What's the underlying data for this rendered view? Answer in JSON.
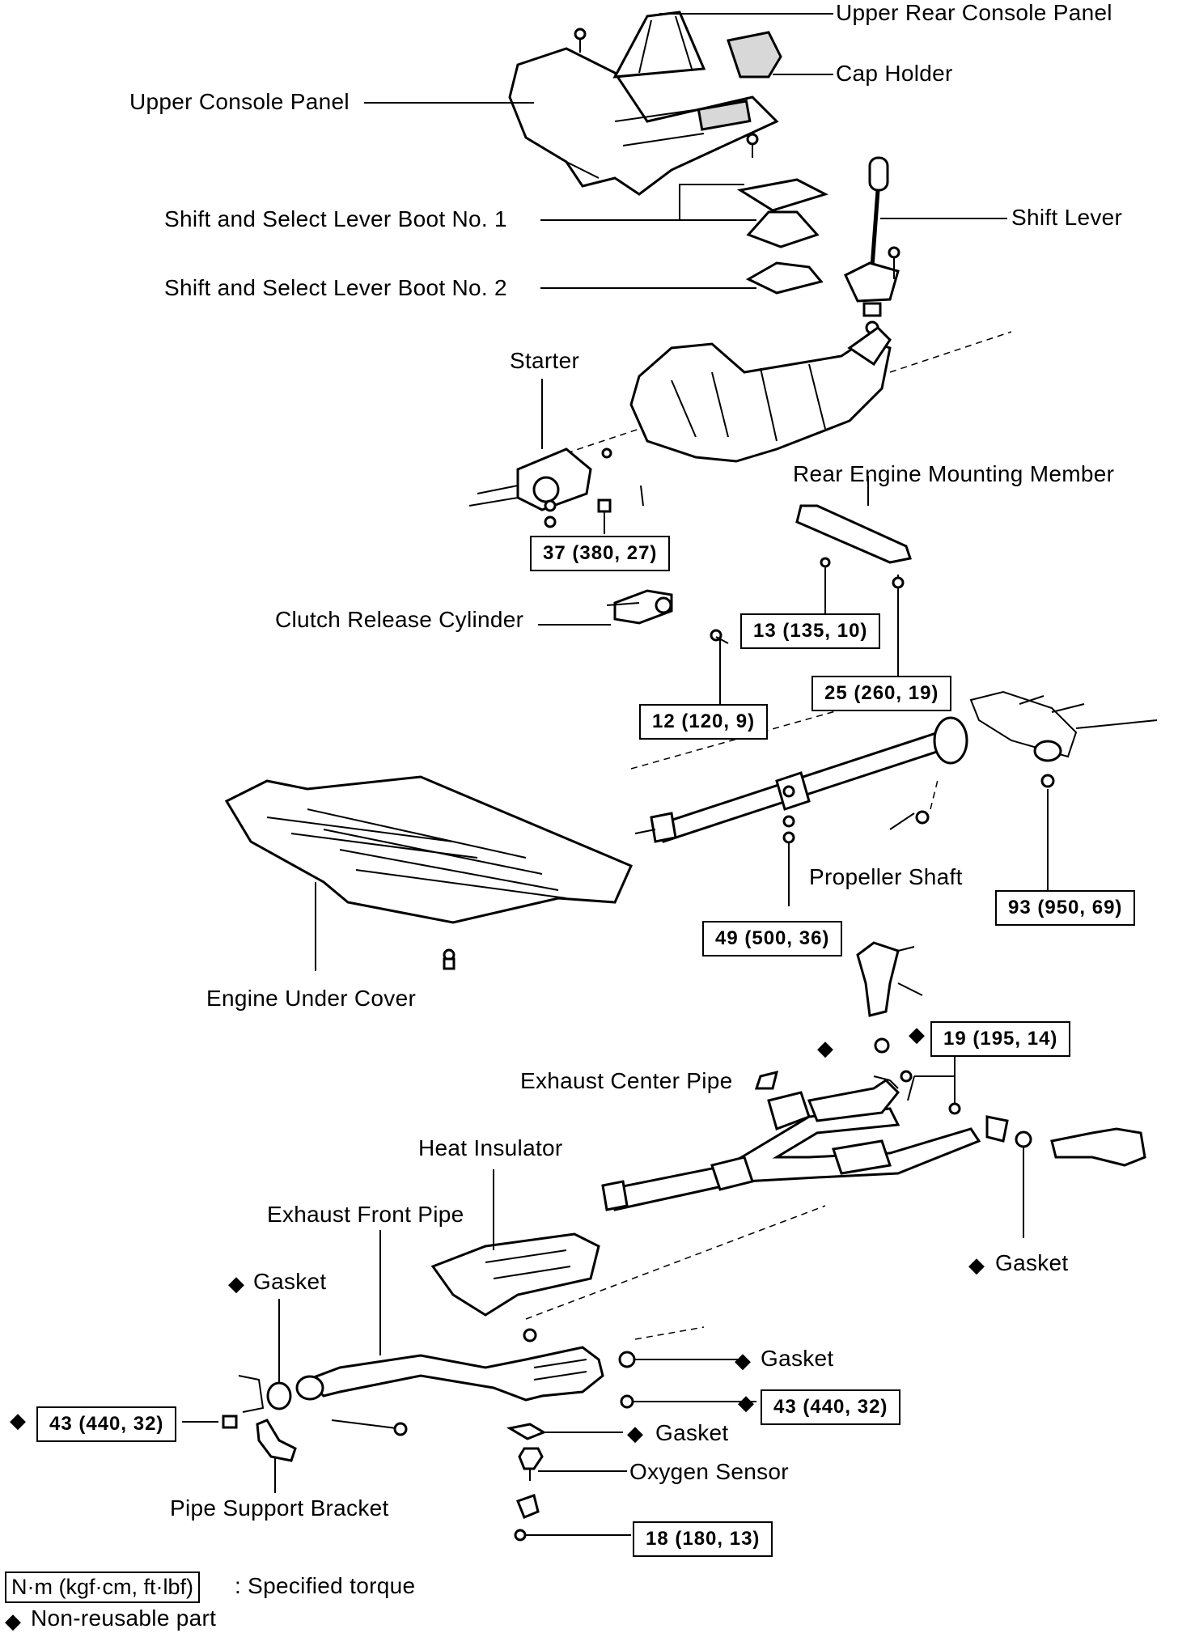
{
  "labels": {
    "upper_rear_console_panel": "Upper Rear Console Panel",
    "cap_holder": "Cap Holder",
    "upper_console_panel": "Upper Console Panel",
    "boot_no1": "Shift and Select Lever Boot No. 1",
    "shift_lever": "Shift Lever",
    "boot_no2": "Shift and Select Lever Boot No. 2",
    "starter": "Starter",
    "rear_engine_mounting_member": "Rear Engine Mounting Member",
    "clutch_release_cylinder": "Clutch Release Cylinder",
    "propeller_shaft": "Propeller Shaft",
    "engine_under_cover": "Engine Under Cover",
    "exhaust_center_pipe": "Exhaust Center Pipe",
    "heat_insulator": "Heat Insulator",
    "exhaust_front_pipe": "Exhaust Front Pipe",
    "gasket": "Gasket",
    "oxygen_sensor": "Oxygen Sensor",
    "pipe_support_bracket": "Pipe Support Bracket"
  },
  "torques": {
    "t37": "37 (380, 27)",
    "t13": "13 (135, 10)",
    "t25": "25 (260, 19)",
    "t12": "12 (120, 9)",
    "t93": "93 (950, 69)",
    "t49": "49 (500, 36)",
    "t19": "19 (195, 14)",
    "t43a": "43 (440, 32)",
    "t43b": "43 (440, 32)",
    "t18": "18 (180, 13)"
  },
  "legend": {
    "units": "N·m (kgf·cm, ft·lbf)",
    "units_desc": ": Specified torque",
    "nonreusable": "Non-reusable part",
    "diamond": "◆"
  }
}
